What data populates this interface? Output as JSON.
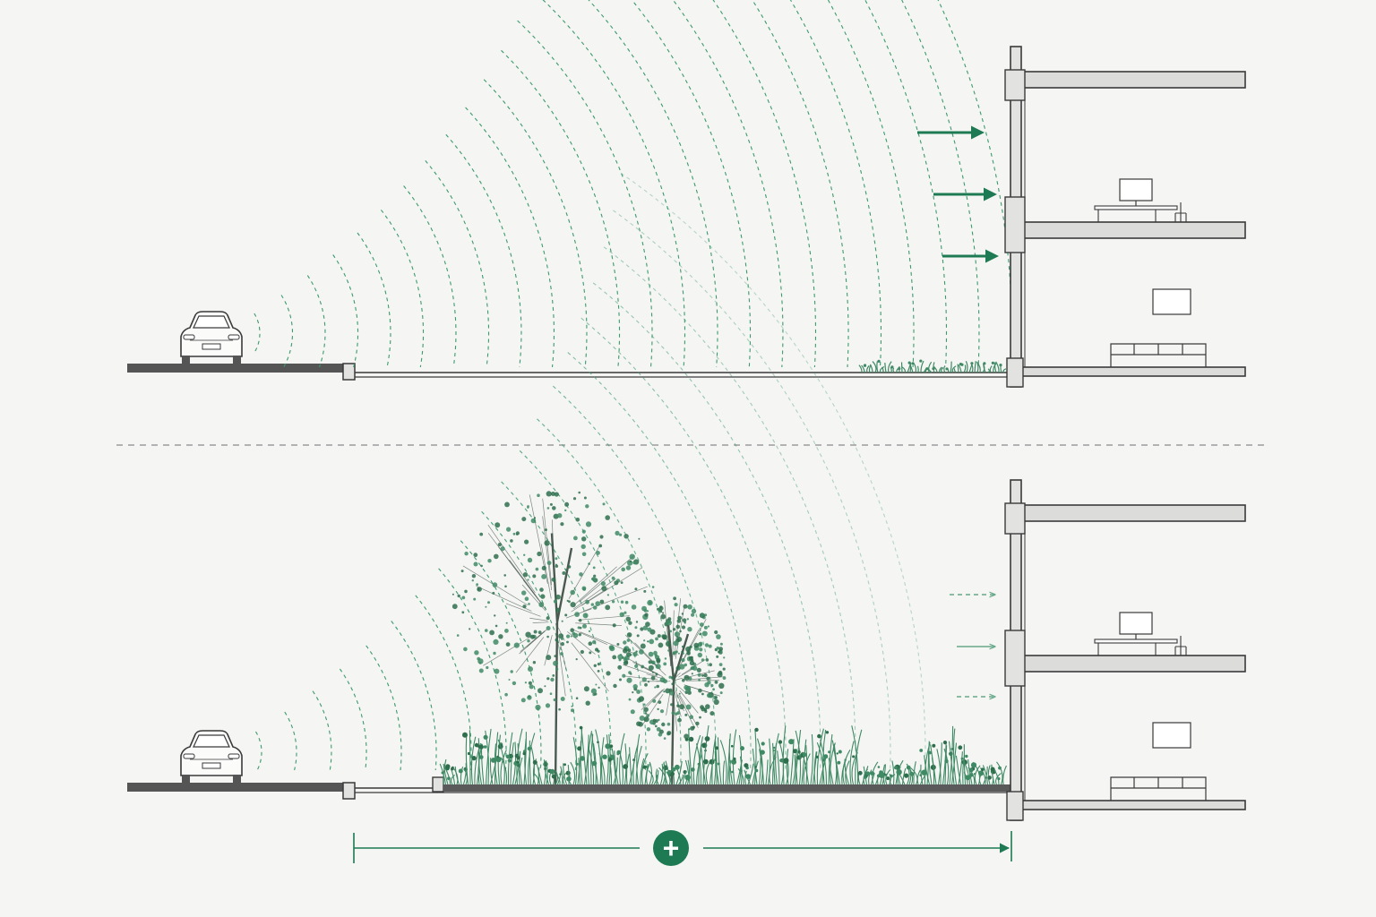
{
  "colors": {
    "background": "#f5f5f4",
    "line": "#3a3a3a",
    "wall_fill": "#e2e2e0",
    "slab_fill": "#dcdcda",
    "accent_green": "#1d7a52",
    "plant_green": "#3f8a64",
    "wave_dash": "#3c9a6c"
  },
  "panels": [
    {
      "id": "without-planting",
      "arrow_style": "solid",
      "wave_rings": 24,
      "vegetation": "low-groundcover"
    },
    {
      "id": "with-planting",
      "arrow_style": "dashed-faded",
      "wave_rings": 20,
      "vegetation": "trees-and-shrubs"
    }
  ],
  "icons": {
    "car": "car-icon",
    "monitor": "monitor-icon",
    "sofa": "sofa-icon",
    "picture": "picture-frame-icon",
    "add": "plus-icon"
  },
  "setback_marker": {
    "symbol": "+"
  }
}
